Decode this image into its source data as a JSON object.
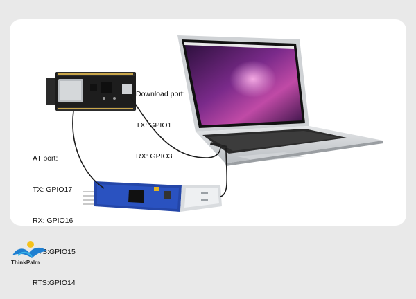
{
  "labels": {
    "download_port": [
      "Download port:",
      "TX: GPIO1",
      "RX: GPIO3"
    ],
    "at_port": [
      "AT port:",
      "TX: GPIO17",
      "RX: GPIO16",
      "CTS:GPIO15",
      "RTS:GPIO14"
    ]
  },
  "brand": {
    "name": "ThinkPalm",
    "colors": {
      "blue": "#1f7fd1",
      "yellow": "#f6c21a",
      "cyan": "#39b6e8"
    }
  },
  "colors": {
    "background": "#e9e9e9",
    "card": "#ffffff",
    "cable": "#1a1a1a",
    "board_pcb": "#1d1d1d",
    "usb_adapter": "#2446a8"
  }
}
